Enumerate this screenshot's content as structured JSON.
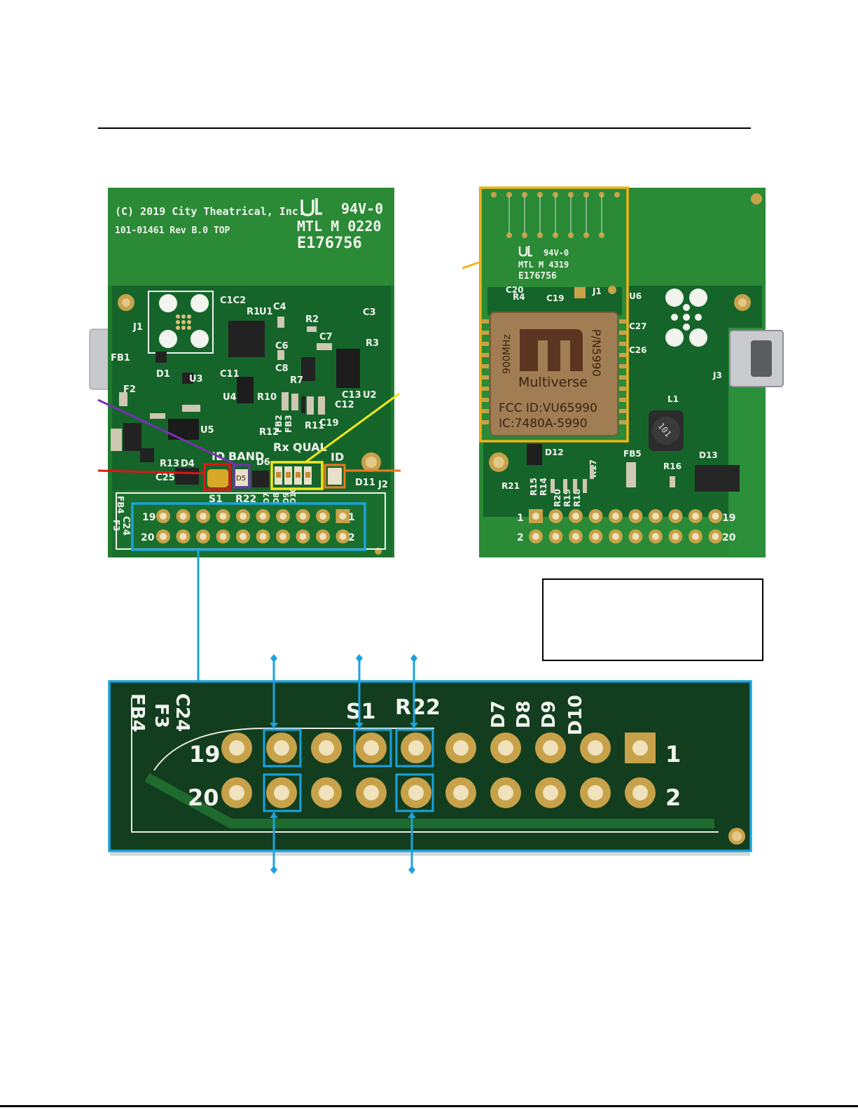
{
  "colors": {
    "pcb_green": "#1f7a2e",
    "pcb_dark": "#0f4a1c",
    "gold": "#c8a24a",
    "callout_blue": "#1aa3e0",
    "callout_red": "#e01414",
    "callout_purple": "#7a2fb5",
    "callout_yellow": "#f2e81a",
    "callout_orange": "#ef7a22",
    "callout_module": "#f0b21a"
  },
  "top_board": {
    "copyright": "(C) 2019  City Theatrical, Inc.",
    "part_number": "101-01461 Rev B.0 TOP",
    "ul_rating": "94V-0",
    "mtl_code": "MTL M 0220",
    "ul_file": "E176756",
    "labels": {
      "rx": "Rx",
      "qual": "QUAL",
      "id": "ID",
      "band": "BAND",
      "id2": "ID",
      "s1": "S1",
      "r22": "R22",
      "j1": "J1",
      "j2": "J2",
      "d5": "D5",
      "d6": "D6",
      "d7": "D7",
      "d8": "D8",
      "d9": "D9",
      "d10": "D10",
      "d11": "D11",
      "u1": "U1",
      "u2": "U2",
      "u3": "U3",
      "u4": "U4",
      "u5": "U5",
      "c1c2": "C1C2",
      "r1": "R1",
      "c3": "C3",
      "c4": "C4",
      "c6": "C6",
      "c7": "C7",
      "c8": "C8",
      "c11": "C11",
      "c12": "C12",
      "c13": "C13",
      "c19": "C19",
      "c25": "C25",
      "r2": "R2",
      "r3": "R3",
      "r7": "R7",
      "r10": "R10",
      "r11": "R11",
      "r12": "R12",
      "r13": "R13",
      "d1": "D1",
      "d4": "D4",
      "fb1": "FB1",
      "fb2": "FB2",
      "fb3": "FB3",
      "fb4": "FB4",
      "f2": "F2",
      "f3": "F3",
      "c24": "C24",
      "pin_19": "19",
      "pin_20": "20",
      "pin_1": "1",
      "pin_2": "2"
    }
  },
  "bottom_board": {
    "module_ul": "94V-0",
    "module_mtl": "MTL M 4319",
    "module_ul_file": "E176756",
    "module_freq": "900MHz",
    "module_pn": "P/N5990",
    "module_brand": "Multiverse",
    "fcc_id": "FCC ID:VU65990",
    "ic_id": "IC:7480A-5990",
    "labels": {
      "u6": "U6",
      "c20": "C20",
      "r4": "R4",
      "c19": "C19",
      "j1": "J1",
      "c27": "C27",
      "c26": "C26",
      "j3": "J3",
      "l1": "L1",
      "d12": "D12",
      "d13": "D13",
      "fb5": "FB5",
      "r16": "R16",
      "r17": "R17",
      "r21": "R21",
      "r15": "R15",
      "r14": "R14",
      "r20": "R20",
      "r19": "R19",
      "r18": "R18",
      "pin_1": "1",
      "pin_2": "2",
      "pin_19": "19",
      "pin_20": "20",
      "inductor": "101"
    }
  },
  "zoom": {
    "labels": {
      "fb4": "FB4",
      "f3": "F3",
      "c24": "C24",
      "s1": "S1",
      "r22": "R22",
      "d7": "D7",
      "d8": "D8",
      "d9": "D9",
      "d10": "D10",
      "pin_19": "19",
      "pin_20": "20",
      "pin_1": "1",
      "pin_2": "2"
    }
  }
}
